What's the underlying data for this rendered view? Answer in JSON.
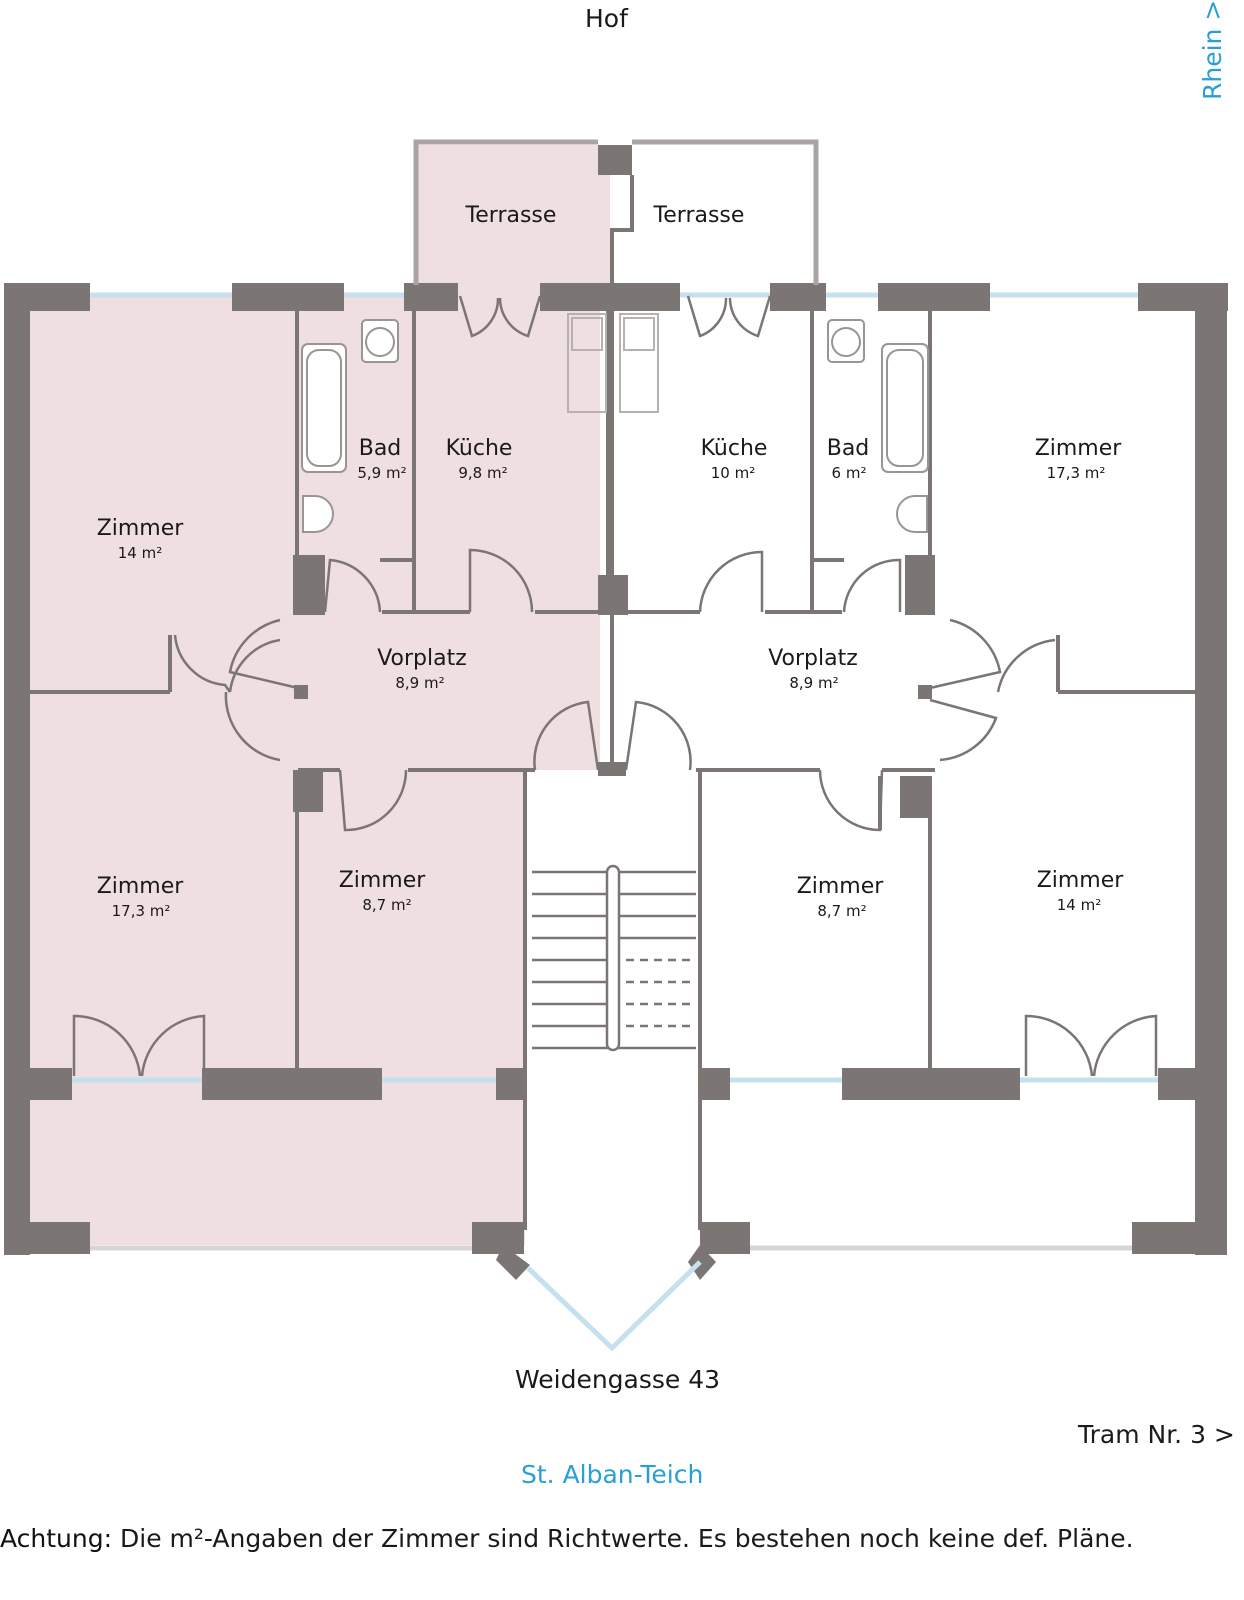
{
  "colors": {
    "wall": "#7b7574",
    "shade": "#f0dfe0",
    "window": "#c5e0ee",
    "accent": "#2a9fd6",
    "text": "#1a1a1a"
  },
  "labels": {
    "top": "Hof",
    "right_vertical": "Rhein >",
    "street": "Weidengasse 43",
    "tram": "Tram Nr. 3 >",
    "river": "St. Alban-Teich"
  },
  "rooms": {
    "terrasse_left": {
      "name": "Terrasse"
    },
    "terrasse_right": {
      "name": "Terrasse"
    },
    "zimmer_tl": {
      "name": "Zimmer",
      "area": "14 m²"
    },
    "bad_left": {
      "name": "Bad",
      "area": "5,9 m²"
    },
    "kueche_left": {
      "name": "Küche",
      "area": "9,8 m²"
    },
    "kueche_right": {
      "name": "Küche",
      "area": "10 m²"
    },
    "bad_right": {
      "name": "Bad",
      "area": "6 m²"
    },
    "zimmer_tr": {
      "name": "Zimmer",
      "area": "17,3 m²"
    },
    "vorplatz_left": {
      "name": "Vorplatz",
      "area": "8,9 m²"
    },
    "vorplatz_right": {
      "name": "Vorplatz",
      "area": "8,9 m²"
    },
    "zimmer_bl": {
      "name": "Zimmer",
      "area": "17,3 m²"
    },
    "zimmer_bm_left": {
      "name": "Zimmer",
      "area": "8,7 m²"
    },
    "zimmer_bm_right": {
      "name": "Zimmer",
      "area": "8,7 m²"
    },
    "zimmer_br": {
      "name": "Zimmer",
      "area": "14 m²"
    }
  },
  "note": {
    "prefix": "Achtung:",
    "text": "Die m²-Angaben der Zimmer sind Richtwerte. Es bestehen noch keine def. Pläne."
  }
}
